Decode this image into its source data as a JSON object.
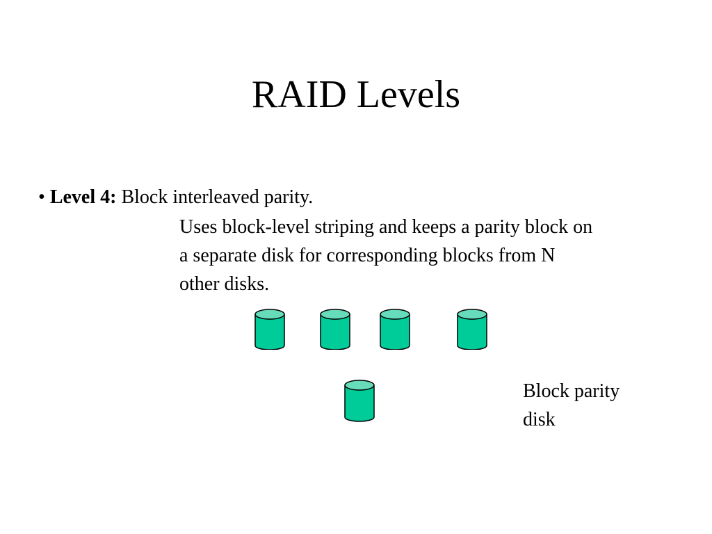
{
  "slide": {
    "title": "RAID Levels",
    "bullet": {
      "marker": "•",
      "level_label": "Level 4:",
      "level_summary": "Block interleaved parity.",
      "description_lines": [
        "Uses block-level striping and keeps a parity block on",
        "a separate disk for corresponding blocks from N",
        "other disks."
      ]
    },
    "parity_label_lines": [
      "Block parity",
      "disk"
    ]
  },
  "colors": {
    "disk_body": "#00cc99",
    "disk_top": "#66dcbb",
    "disk_outline": "#000000"
  }
}
